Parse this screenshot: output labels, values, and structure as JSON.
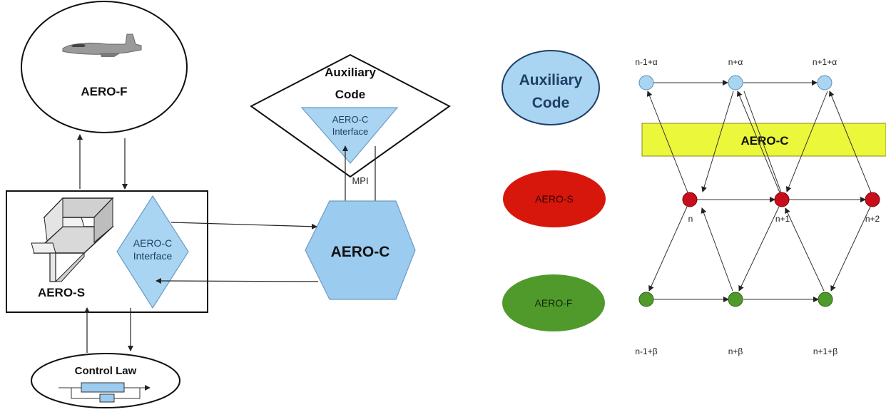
{
  "left_diagram": {
    "aero_f": {
      "label": "AERO-F"
    },
    "aero_s": {
      "label": "AERO-S"
    },
    "aero_s_interface": {
      "line1": "AERO-C",
      "line2": "Interface"
    },
    "auxiliary": {
      "line1": "Auxiliary",
      "line2": "Code"
    },
    "aux_interface": {
      "line1": "AERO-C",
      "line2": "Interface"
    },
    "mpi": {
      "label": "MPI"
    },
    "aero_c": {
      "label": "AERO-C"
    },
    "control_law": {
      "label": "Control Law"
    }
  },
  "right_diagram": {
    "legend": {
      "auxiliary": {
        "line1": "Auxiliary",
        "line2": "Code"
      },
      "aero_s": {
        "label": "AERO-S"
      },
      "aero_f": {
        "label": "AERO-F"
      }
    },
    "aero_c_bar": {
      "label": "AERO-C"
    },
    "top_labels": [
      "n-1+α",
      "n+α",
      "n+1+α"
    ],
    "mid_labels": [
      "n",
      "n+1",
      "n+2"
    ],
    "bottom_labels": [
      "n-1+β",
      "n+β",
      "n+1+β"
    ]
  },
  "colors": {
    "light_blue": "#a9d4f2",
    "hex_blue": "#9ccbf0",
    "red_ellipse": "#d7160c",
    "red_node": "#c80e1c",
    "green": "#4f9a2b",
    "yellow_bar": "#eaf73a"
  }
}
